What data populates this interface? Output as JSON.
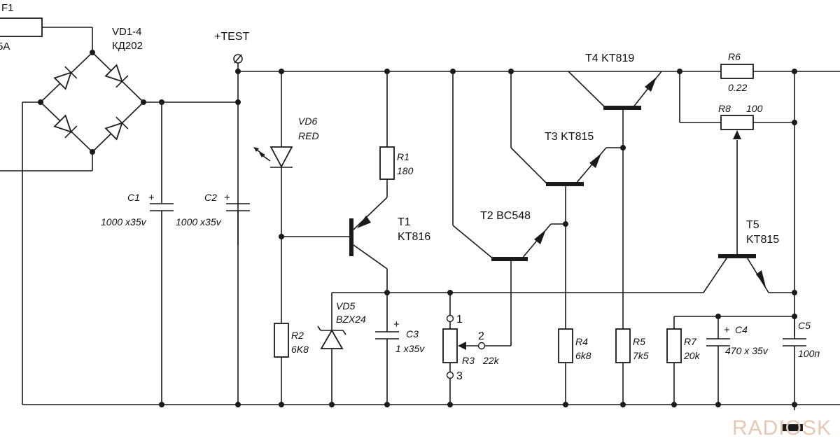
{
  "labels": {
    "fuse": "F1",
    "fuse_rating": "5A",
    "bridge_ref": "VD1-4",
    "bridge_type": "КД202",
    "test_point": "+TEST",
    "c1_ref": "C1",
    "c1_val": "1000 x35v",
    "c2_ref": "C2",
    "c2_val": "1000 x35v",
    "vd6_ref": "VD6",
    "vd6_val": "RED",
    "vd5_ref": "VD5",
    "vd5_val": "BZX24",
    "r1_ref": "R1",
    "r1_val": "180",
    "r2_ref": "R2",
    "r2_val": "6K8",
    "t1_ref": "T1",
    "t1_type": "KT816",
    "c3_ref": "C3",
    "c3_val": "1 x35v",
    "r3_ref": "R3",
    "r3_val": "22k",
    "pin1": "1",
    "pin2": "2",
    "pin3": "3",
    "t2_label": "T2  BC548",
    "t3_label": "T3  KT815",
    "t4_label": "T4  KT819",
    "r4_ref": "R4",
    "r4_val": "6k8",
    "r5_ref": "R5",
    "r5_val": "7k5",
    "r6_ref": "R6",
    "r6_val": "0.22",
    "r8_ref": "R8",
    "r8_val": "100",
    "t5_ref": "T5",
    "t5_type": "KT815",
    "r7_ref": "R7",
    "r7_val": "20k",
    "c4_ref": "C4",
    "c4_val": "470 x 35v",
    "c5_ref": "C5",
    "c5_val": "100п",
    "plus": "+",
    "watermark": "RADIOSK"
  }
}
